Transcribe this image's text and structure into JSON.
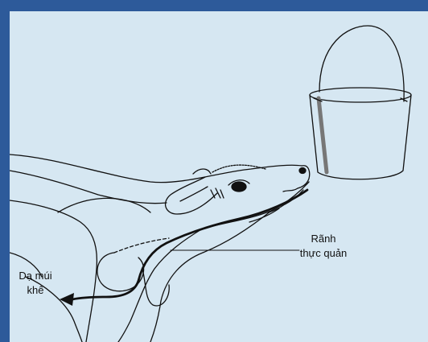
{
  "colors": {
    "border": "#2d5a9a",
    "background": "#d6e7f2",
    "line": "#111111"
  },
  "labels": {
    "esophageal_groove": {
      "line1": "Rãnh",
      "line2": "thực quản"
    },
    "abomasum": {
      "line1": "Dạ múi",
      "line2": "khế"
    }
  },
  "icons": {
    "bucket": "bucket-icon",
    "calf": "calf-illustration",
    "arrow": "arrow-left-icon"
  }
}
